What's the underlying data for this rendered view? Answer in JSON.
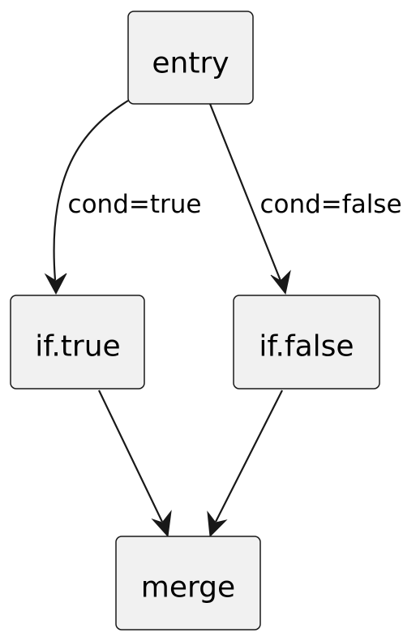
{
  "diagram": {
    "colors": {
      "node_fill": "#f1f1f1",
      "node_stroke": "#181818",
      "edge": "#181818",
      "text": "#000000",
      "background": "#ffffff"
    },
    "nodes": {
      "entry": {
        "label": "entry"
      },
      "if_true": {
        "label": "if.true"
      },
      "if_false": {
        "label": "if.false"
      },
      "merge": {
        "label": "merge"
      }
    },
    "edges": [
      {
        "from": "entry",
        "to": "if.true",
        "label": "cond=true"
      },
      {
        "from": "entry",
        "to": "if.false",
        "label": "cond=false"
      },
      {
        "from": "if.true",
        "to": "merge",
        "label": ""
      },
      {
        "from": "if.false",
        "to": "merge",
        "label": ""
      }
    ]
  }
}
